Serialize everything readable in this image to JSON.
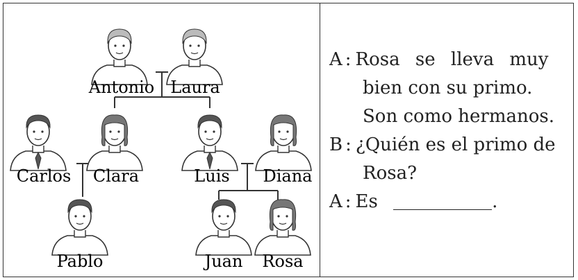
{
  "family": {
    "members": [
      {
        "id": "antonio",
        "name": "Antonio"
      },
      {
        "id": "laura",
        "name": "Laura"
      },
      {
        "id": "carlos",
        "name": "Carlos"
      },
      {
        "id": "clara",
        "name": "Clara"
      },
      {
        "id": "luis",
        "name": "Luis"
      },
      {
        "id": "diana",
        "name": "Diana"
      },
      {
        "id": "pablo",
        "name": "Pablo"
      },
      {
        "id": "juan",
        "name": "Juan"
      },
      {
        "id": "rosa",
        "name": "Rosa"
      }
    ]
  },
  "dialog": {
    "line1": {
      "speaker": "A",
      "sep": ":",
      "text": "Rosa se lleva muy"
    },
    "line2": "bien con su primo.",
    "line3": "Son como hermanos.",
    "line4": {
      "speaker": "B",
      "sep": ":",
      "text": "¿Quién es el primo de"
    },
    "line5": "Rosa?",
    "line6": {
      "speaker": "A",
      "sep": ":",
      "text": "Es",
      "end": "."
    }
  }
}
